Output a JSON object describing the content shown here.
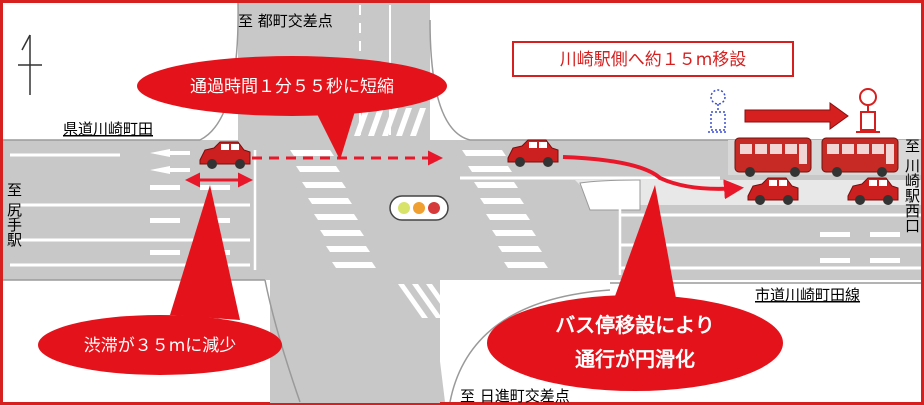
{
  "labels": {
    "to_north": "至 都町交差点",
    "to_south": "至 日進町交差点",
    "to_west": "至 尻手駅",
    "to_east": "至 川崎駅西口",
    "road_prefectural": "県道川崎町田",
    "road_city": "市道川崎町田線"
  },
  "callouts": {
    "transit_time": "通過時間１分５５秒に短縮",
    "congestion": "渋滞が３５mに減少",
    "bus_stop_line1": "バス停移設により",
    "bus_stop_line2": "通行が円滑化",
    "relocation": "川崎駅側へ約１５m移設"
  },
  "colors": {
    "frame": "#d62020",
    "road": "#c8c8c8",
    "callout": "#e4131b",
    "arrow": "#e8182a",
    "car": "#cc1f1f",
    "bus": "#c72a25"
  },
  "icons": [
    "north-arrow-icon",
    "traffic-signal-icon",
    "bus-stop-old-icon",
    "bus-stop-new-icon"
  ]
}
